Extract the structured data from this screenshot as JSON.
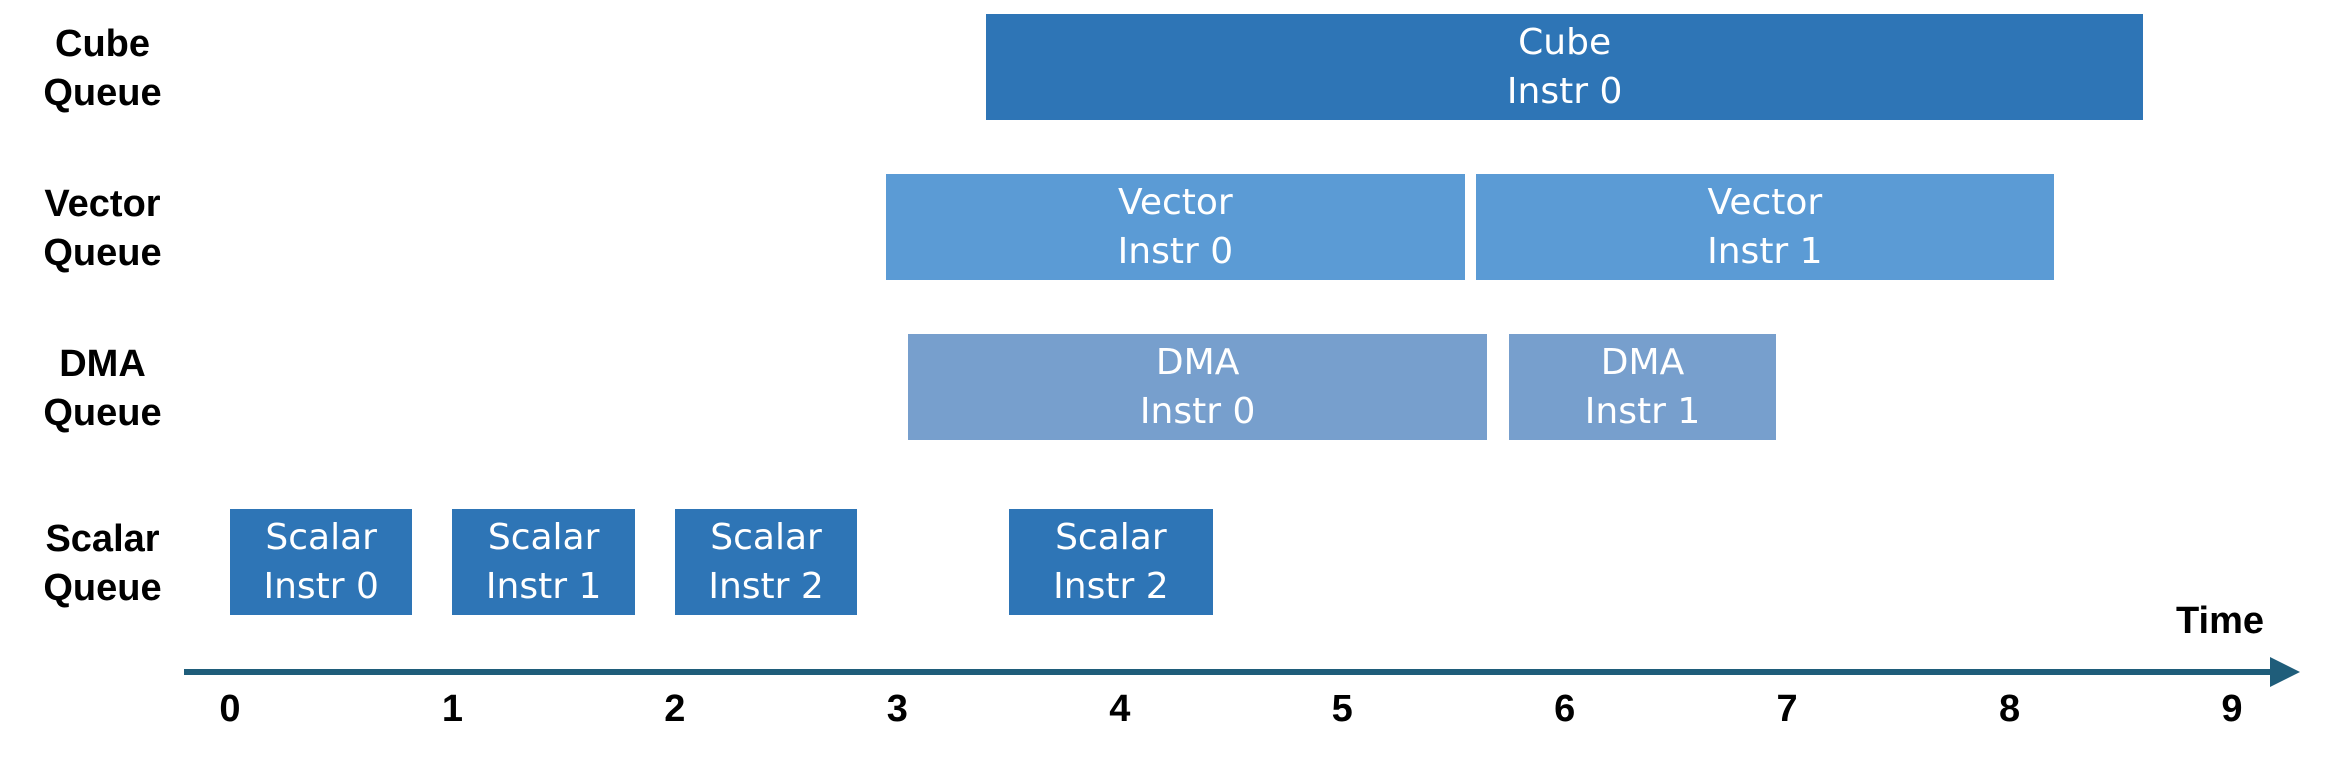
{
  "colors": {
    "cube": "#2e75b6",
    "vector": "#5b9bd5",
    "dma": "#779fcd",
    "scalar": "#2e75b6",
    "axis": "#1f5d7a",
    "text_on_block": "#ffffff"
  },
  "queues": [
    {
      "label_line1": "Cube",
      "label_line2": "Queue"
    },
    {
      "label_line1": "Vector",
      "label_line2": "Queue"
    },
    {
      "label_line1": "DMA",
      "label_line2": "Queue"
    },
    {
      "label_line1": "Scalar",
      "label_line2": "Queue"
    }
  ],
  "axis": {
    "title": "Time",
    "ticks": [
      "0",
      "1",
      "2",
      "3",
      "4",
      "5",
      "6",
      "7",
      "8",
      "9"
    ],
    "range": [
      0,
      9
    ]
  },
  "blocks": [
    {
      "queue": "Cube",
      "line1": "Cube",
      "line2": "Instr 0",
      "start": 3.4,
      "end": 8.6
    },
    {
      "queue": "Vector",
      "line1": "Vector",
      "line2": "Instr 0",
      "start": 2.95,
      "end": 5.55
    },
    {
      "queue": "Vector",
      "line1": "Vector",
      "line2": "Instr 1",
      "start": 5.6,
      "end": 8.2
    },
    {
      "queue": "DMA",
      "line1": "DMA",
      "line2": "Instr 0",
      "start": 3.05,
      "end": 5.65
    },
    {
      "queue": "DMA",
      "line1": "DMA",
      "line2": "Instr 1",
      "start": 5.75,
      "end": 6.95
    },
    {
      "queue": "Scalar",
      "line1": "Scalar",
      "line2": "Instr 0",
      "start": 0.0,
      "end": 0.82
    },
    {
      "queue": "Scalar",
      "line1": "Scalar",
      "line2": "Instr 1",
      "start": 1.0,
      "end": 1.82
    },
    {
      "queue": "Scalar",
      "line1": "Scalar",
      "line2": "Instr 2",
      "start": 2.0,
      "end": 2.82
    },
    {
      "queue": "Scalar",
      "line1": "Scalar",
      "line2": "Instr 2",
      "start": 3.5,
      "end": 4.42
    }
  ]
}
